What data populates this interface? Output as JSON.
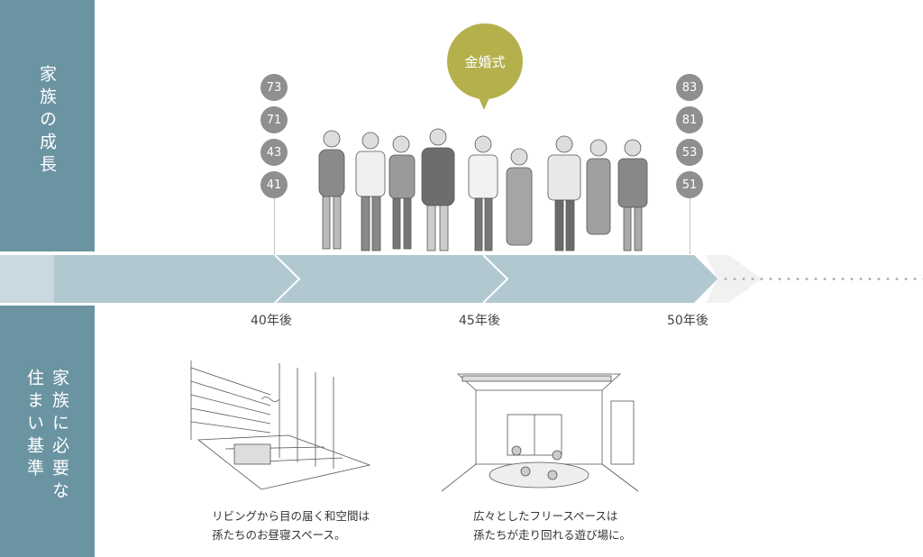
{
  "side": {
    "top_label": "家族の成長",
    "bottom_label_col1": "家族に必要な",
    "bottom_label_col2": "住まい基準"
  },
  "timeline": {
    "years": [
      "40年後",
      "45年後",
      "50年後"
    ]
  },
  "ages_left": [
    "73",
    "71",
    "43",
    "41"
  ],
  "ages_right": [
    "83",
    "81",
    "53",
    "51"
  ],
  "event": "金婚式",
  "captions": {
    "left_line1": "リビングから目の届く和空間は",
    "left_line2": "孫たちのお昼寝スペース。",
    "right_line1": "広々としたフリースペースは",
    "right_line2": "孫たちが走り回れる遊び場に。"
  },
  "colors": {
    "side": "#6b94a3",
    "band": "#b2c8d1",
    "bubble": "#b4b14d",
    "age_circle": "#8f8f8f"
  }
}
